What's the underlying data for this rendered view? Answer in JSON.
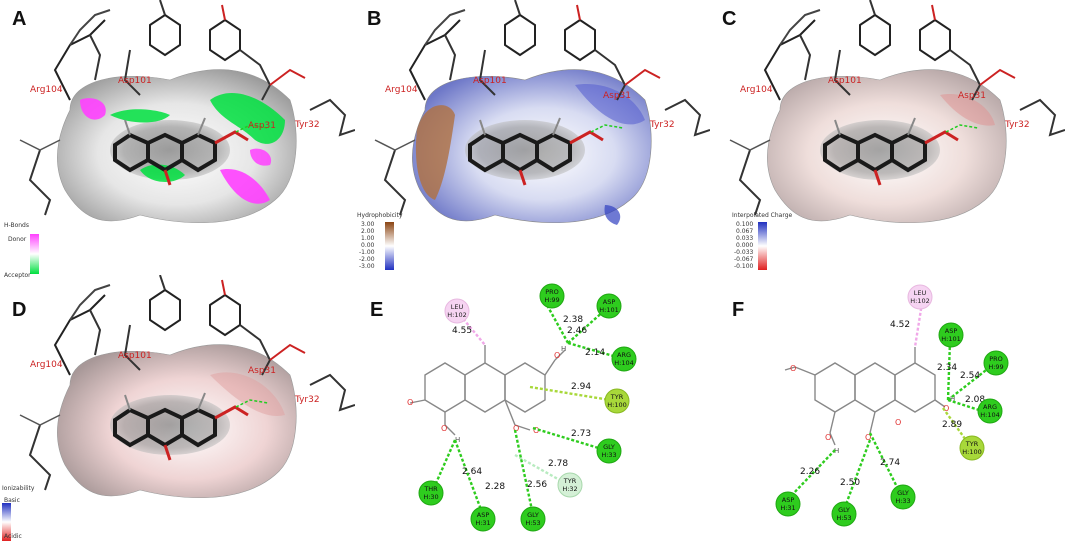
{
  "panels": {
    "A": {
      "label": "A",
      "legend": {
        "title": "H-Bonds",
        "top": "Donor",
        "bottom": "Acceptor"
      },
      "residues": [
        "Arg104",
        "Asp101",
        "Asp31",
        "Tyr32"
      ]
    },
    "B": {
      "label": "B",
      "legend": {
        "title": "Hydrophobicity",
        "ticks": [
          "3.00",
          "2.00",
          "1.00",
          "0.00",
          "-1.00",
          "-2.00",
          "-3.00"
        ]
      },
      "residues": [
        "Arg104",
        "Asp101",
        "Asp31",
        "Tyr32"
      ]
    },
    "C": {
      "label": "C",
      "legend": {
        "title": "Interpolated Charge",
        "ticks": [
          "0.100",
          "0.067",
          "0.033",
          "0.000",
          "-0.033",
          "-0.067",
          "-0.100"
        ]
      },
      "residues": [
        "Arg104",
        "Asp101",
        "Asp31",
        "Tyr32"
      ]
    },
    "D": {
      "label": "D",
      "legend": {
        "title": "Ionizability",
        "top": "Basic",
        "bottom": "Acidic"
      },
      "residues": [
        "Arg104",
        "Asp101",
        "Asp31",
        "Tyr32"
      ]
    },
    "E": {
      "label": "E"
    },
    "F": {
      "label": "F"
    }
  },
  "colors": {
    "hbond_conventional": "#2ecc1e",
    "hbond_carbon": "#b8ebc0",
    "pi_donor": "#a8d83a",
    "pi_alkyl": "#f0a8e8",
    "donor_magenta": "#ff40ff",
    "acceptor_green": "#00e040",
    "hydrophobic_brown": "#8b4513",
    "hydrophilic_blue": "#2030c0",
    "charge_red": "#e02020"
  },
  "interactions_E": {
    "residues": [
      {
        "id": "leu102",
        "name": "LEU",
        "chain": "H:102",
        "type": "pi_alkyl"
      },
      {
        "id": "pro99",
        "name": "PRO",
        "chain": "H:99",
        "type": "hbond"
      },
      {
        "id": "asp101",
        "name": "ASP",
        "chain": "H:101",
        "type": "hbond"
      },
      {
        "id": "arg104",
        "name": "ARG",
        "chain": "H:104",
        "type": "hbond"
      },
      {
        "id": "tyr100",
        "name": "TYR",
        "chain": "H:100",
        "type": "pi_donor"
      },
      {
        "id": "gly33",
        "name": "GLY",
        "chain": "H:33",
        "type": "hbond"
      },
      {
        "id": "tyr32",
        "name": "TYR",
        "chain": "H:32",
        "type": "carbon_hbond"
      },
      {
        "id": "thr30",
        "name": "THR",
        "chain": "H:30",
        "type": "hbond"
      },
      {
        "id": "asp31",
        "name": "ASP",
        "chain": "H:31",
        "type": "hbond"
      },
      {
        "id": "gly53",
        "name": "GLY",
        "chain": "H:53",
        "type": "hbond"
      }
    ],
    "distances": [
      "4.55",
      "2.38",
      "2.46",
      "2.14",
      "2.94",
      "2.73",
      "2.78",
      "2.64",
      "2.28",
      "2.56"
    ],
    "atom_labels": [
      "H",
      "H"
    ]
  },
  "interactions_F": {
    "residues": [
      {
        "id": "leu102",
        "name": "LEU",
        "chain": "H:102",
        "type": "pi_alkyl"
      },
      {
        "id": "asp101",
        "name": "ASP",
        "chain": "H:101",
        "type": "hbond"
      },
      {
        "id": "pro99",
        "name": "PRO",
        "chain": "H:99",
        "type": "hbond"
      },
      {
        "id": "arg104",
        "name": "ARG",
        "chain": "H:104",
        "type": "hbond"
      },
      {
        "id": "tyr100",
        "name": "TYR",
        "chain": "H:100",
        "type": "pi_donor"
      },
      {
        "id": "asp31",
        "name": "ASP",
        "chain": "H:31",
        "type": "hbond"
      },
      {
        "id": "gly53",
        "name": "GLY",
        "chain": "H:53",
        "type": "hbond"
      },
      {
        "id": "gly33",
        "name": "GLY",
        "chain": "H:33",
        "type": "hbond"
      }
    ],
    "distances": [
      "4.52",
      "2.34",
      "2.54",
      "2.08",
      "2.89",
      "2.26",
      "2.50",
      "2.74"
    ],
    "atom_labels": [
      "H",
      "H"
    ]
  }
}
